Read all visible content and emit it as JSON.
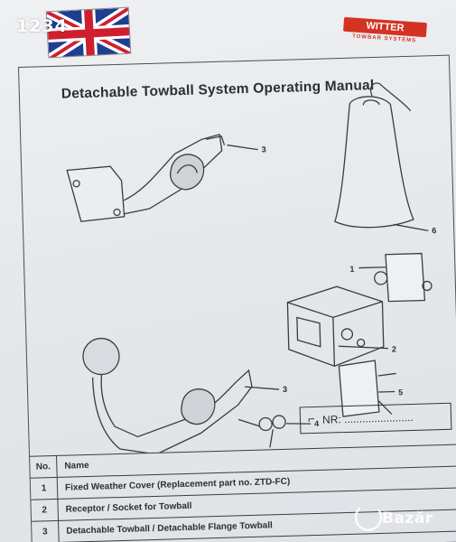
{
  "watermark": {
    "number": "1234"
  },
  "brand": {
    "name": "WITTER",
    "subtitle": "TOWBAR SYSTEMS"
  },
  "manual": {
    "title": "Detachable Towball System Operating Manual",
    "callouts": [
      "1",
      "2",
      "3",
      "3",
      "4",
      "5",
      "6"
    ],
    "nr_box": {
      "label": "NR:",
      "dots": "......................."
    }
  },
  "parts_table": {
    "headers": {
      "no": "No.",
      "name": "Name"
    },
    "rows": [
      {
        "no": "1",
        "name": "Fixed Weather Cover (Replacement part no. ZTD-FC)"
      },
      {
        "no": "2",
        "name": "Receptor / Socket for Towball"
      },
      {
        "no": "3",
        "name": "Detachable Towball / Detachable Flange Towball"
      }
    ]
  },
  "watermark_bazar": {
    "text": "Bazăr"
  },
  "colors": {
    "brand_red": "#d43324",
    "ink": "#2c2f33",
    "paper": "#e6e8eb"
  }
}
